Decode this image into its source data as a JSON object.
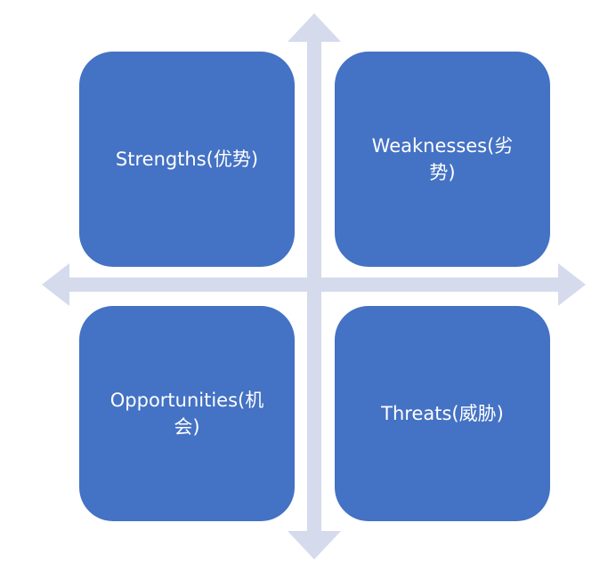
{
  "colors": {
    "quadrant_fill": "#4472c4",
    "axis_fill": "#d5dbec",
    "label_text": "#ffffff"
  },
  "quadrants": {
    "top_left": "Strengths(优势)",
    "top_right": "Weaknesses(劣势)",
    "bottom_left": "Opportunities(机会)",
    "bottom_right": "Threats(威胁)"
  }
}
